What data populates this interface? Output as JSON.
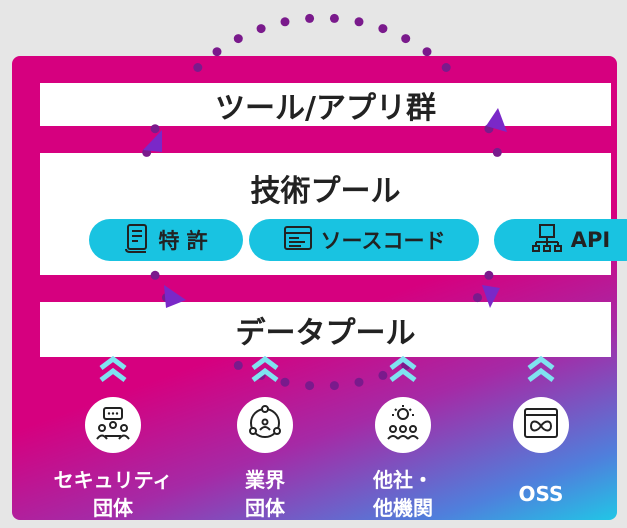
{
  "layers": {
    "tools": {
      "title": "ツール/アプリ群"
    },
    "tech": {
      "title": "技術プール",
      "items": [
        {
          "label": "特 許",
          "icon": "scroll-document-icon"
        },
        {
          "label": "ソースコード",
          "icon": "code-window-icon"
        },
        {
          "label": "API",
          "icon": "api-network-icon"
        }
      ]
    },
    "data": {
      "title": "データプール"
    }
  },
  "sources": [
    {
      "label_line1": "セキュリティ",
      "label_line2": "団体",
      "icon": "meeting-chat-icon"
    },
    {
      "label_line1": "業界",
      "label_line2": "団体",
      "icon": "people-network-icon"
    },
    {
      "label_line1": "他社・",
      "label_line2": "他機関",
      "icon": "idea-group-icon"
    },
    {
      "label_line1": "OSS",
      "label_line2": "",
      "icon": "infinity-window-icon"
    }
  ],
  "colors": {
    "magenta": "#d6007f",
    "cyan": "#19c3e1",
    "dots": "#7a1a8c",
    "arrows": "#7a28c8",
    "chevrons": "#7fe3f0"
  }
}
